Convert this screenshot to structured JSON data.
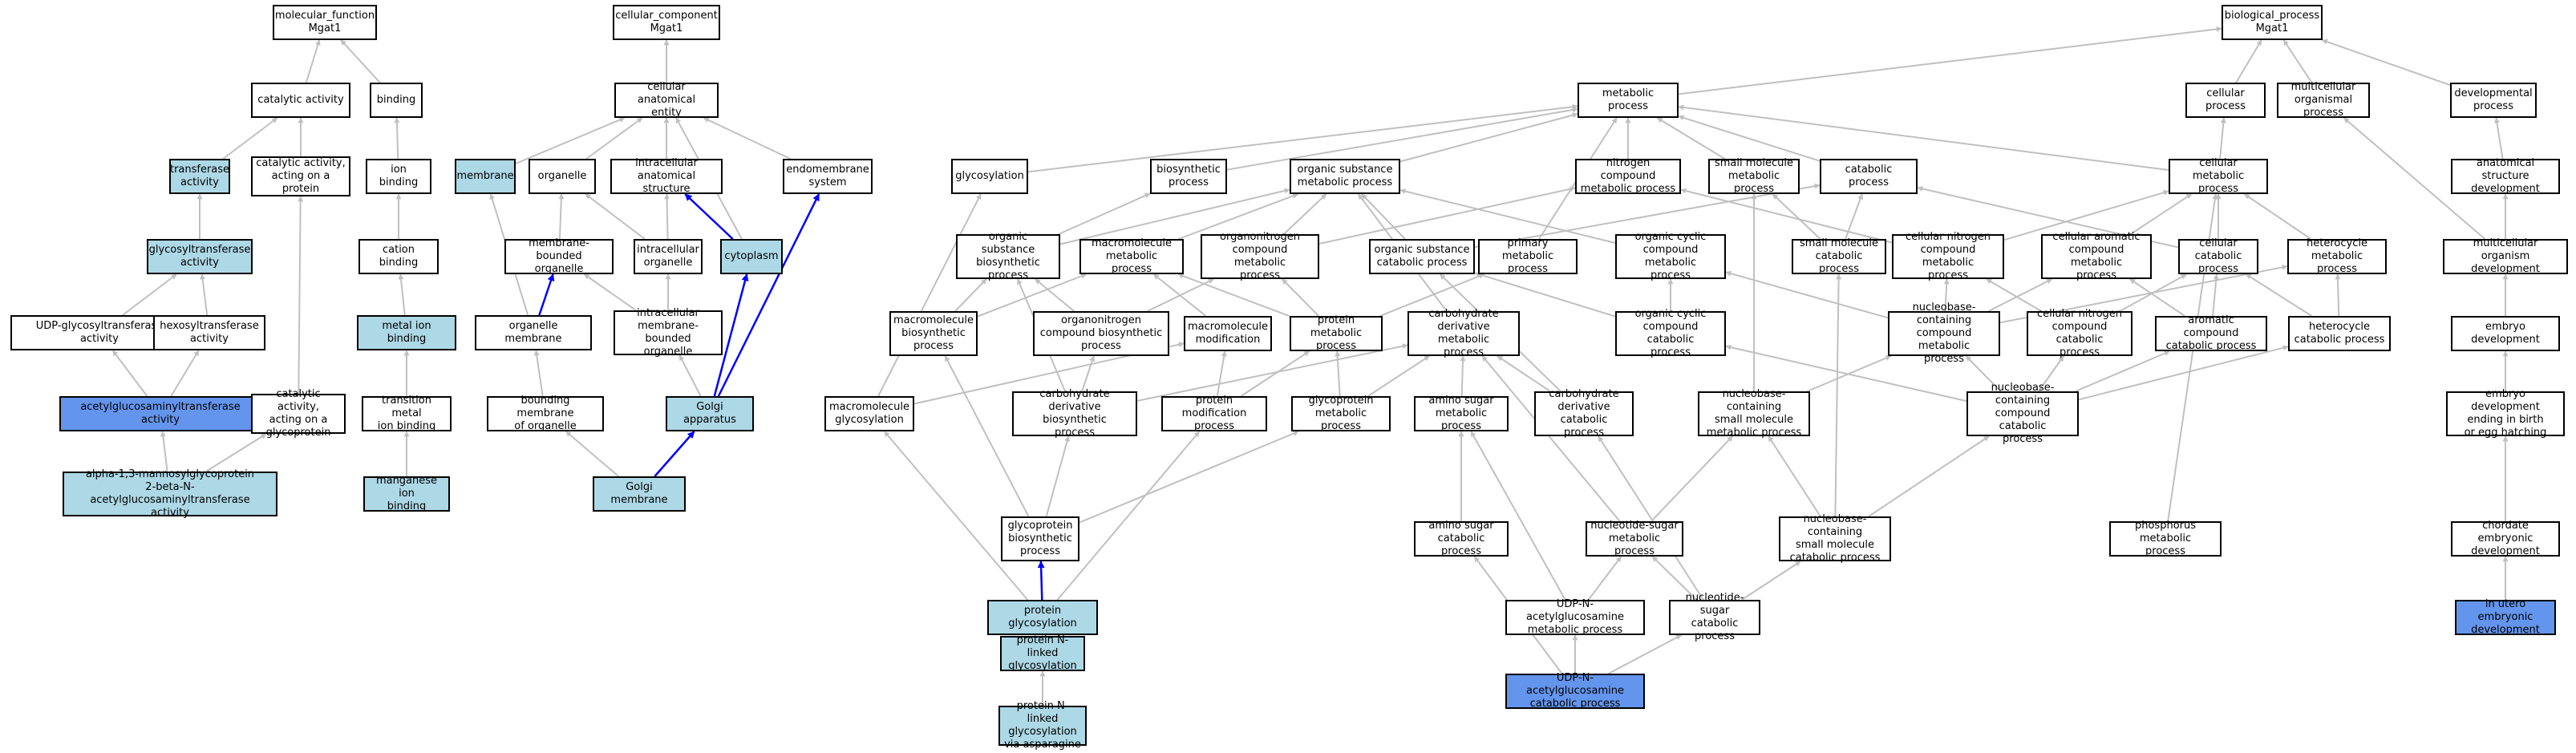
{
  "colors": {
    "default": "#ffffff",
    "light": "#add8e6",
    "strong": "#6495ed",
    "edge": "#c0c0c0",
    "edge_highlight": "#0000ff"
  },
  "nodes": [
    {
      "id": "mf",
      "label": "molecular_function\nMgat1",
      "c": "default"
    },
    {
      "id": "catact",
      "label": "catalytic activity",
      "c": "default"
    },
    {
      "id": "binding",
      "label": "binding",
      "c": "default"
    },
    {
      "id": "transferase",
      "label": "transferase\nactivity",
      "c": "light"
    },
    {
      "id": "catprot",
      "label": "catalytic activity,\nacting on a\nprotein",
      "c": "default"
    },
    {
      "id": "ionbind",
      "label": "ion binding",
      "c": "default"
    },
    {
      "id": "glycotrans",
      "label": "glycosyltransferase\nactivity",
      "c": "light"
    },
    {
      "id": "cationbind",
      "label": "cation binding",
      "c": "default"
    },
    {
      "id": "udpglyco",
      "label": "UDP-glycosyltransferase\nactivity",
      "c": "default"
    },
    {
      "id": "hexosyl",
      "label": "hexosyltransferase\nactivity",
      "c": "default"
    },
    {
      "id": "metalion",
      "label": "metal ion binding",
      "c": "light"
    },
    {
      "id": "acetylglc",
      "label": "acetylglucosaminyltransferase\nactivity",
      "c": "strong"
    },
    {
      "id": "catglyco",
      "label": "catalytic activity,\nacting on a\nglycoprotein",
      "c": "default"
    },
    {
      "id": "transmetal",
      "label": "transition metal\nion binding",
      "c": "default"
    },
    {
      "id": "alpha13",
      "label": "alpha-1,3-mannosylglycoprotein\n2-beta-N-acetylglucosaminyltransferase\nactivity",
      "c": "light"
    },
    {
      "id": "manganese",
      "label": "manganese ion\nbinding",
      "c": "light"
    },
    {
      "id": "cc",
      "label": "cellular_component\nMgat1",
      "c": "default"
    },
    {
      "id": "cellanat",
      "label": "cellular anatomical\nentity",
      "c": "default"
    },
    {
      "id": "membrane",
      "label": "membrane",
      "c": "light"
    },
    {
      "id": "organelle",
      "label": "organelle",
      "c": "default"
    },
    {
      "id": "intraanat",
      "label": "intracellular\nanatomical structure",
      "c": "default"
    },
    {
      "id": "endomem",
      "label": "endomembrane\nsystem",
      "c": "default"
    },
    {
      "id": "membbound",
      "label": "membrane-bounded\norganelle",
      "c": "default"
    },
    {
      "id": "intraorg",
      "label": "intracellular\norganelle",
      "c": "default"
    },
    {
      "id": "cytoplasm",
      "label": "cytoplasm",
      "c": "light"
    },
    {
      "id": "orgmem",
      "label": "organelle membrane",
      "c": "default"
    },
    {
      "id": "intramemb",
      "label": "intracellular\nmembrane-bounded\norganelle",
      "c": "default"
    },
    {
      "id": "bounding",
      "label": "bounding membrane\nof organelle",
      "c": "default"
    },
    {
      "id": "golgi",
      "label": "Golgi apparatus",
      "c": "light"
    },
    {
      "id": "golgimem",
      "label": "Golgi membrane",
      "c": "light"
    },
    {
      "id": "bp",
      "label": "biological_process\nMgat1",
      "c": "default"
    },
    {
      "id": "metproc",
      "label": "metabolic process",
      "c": "default"
    },
    {
      "id": "cellproc",
      "label": "cellular process",
      "c": "default"
    },
    {
      "id": "multiorg",
      "label": "multicellular\norganismal process",
      "c": "default"
    },
    {
      "id": "devproc",
      "label": "developmental\nprocess",
      "c": "default"
    },
    {
      "id": "glycosylation",
      "label": "glycosylation",
      "c": "default"
    },
    {
      "id": "biosyn",
      "label": "biosynthetic\nprocess",
      "c": "default"
    },
    {
      "id": "orgsubmet",
      "label": "organic substance\nmetabolic process",
      "c": "default"
    },
    {
      "id": "nitrogen",
      "label": "nitrogen compound\nmetabolic process",
      "c": "default"
    },
    {
      "id": "smallmol",
      "label": "small molecule\nmetabolic process",
      "c": "default"
    },
    {
      "id": "catabolic",
      "label": "catabolic process",
      "c": "default"
    },
    {
      "id": "cellmet",
      "label": "cellular metabolic\nprocess",
      "c": "default"
    },
    {
      "id": "anatdev",
      "label": "anatomical structure\ndevelopment",
      "c": "default"
    },
    {
      "id": "orgsubbio",
      "label": "organic substance\nbiosynthetic\nprocess",
      "c": "default"
    },
    {
      "id": "macromet",
      "label": "macromolecule\nmetabolic process",
      "c": "default"
    },
    {
      "id": "organonit",
      "label": "organonitrogen\ncompound metabolic\nprocess",
      "c": "default"
    },
    {
      "id": "orgsubcat",
      "label": "organic substance\ncatabolic process",
      "c": "default"
    },
    {
      "id": "primary",
      "label": "primary metabolic\nprocess",
      "c": "default"
    },
    {
      "id": "orgcyclic",
      "label": "organic cyclic\ncompound metabolic\nprocess",
      "c": "default"
    },
    {
      "id": "smallcat",
      "label": "small molecule\ncatabolic process",
      "c": "default"
    },
    {
      "id": "cellnitro",
      "label": "cellular nitrogen\ncompound metabolic\nprocess",
      "c": "default"
    },
    {
      "id": "cellarom",
      "label": "cellular aromatic\ncompound metabolic\nprocess",
      "c": "default"
    },
    {
      "id": "cellcat",
      "label": "cellular catabolic\nprocess",
      "c": "default"
    },
    {
      "id": "hetero",
      "label": "heterocycle\nmetabolic process",
      "c": "default"
    },
    {
      "id": "multidev",
      "label": "multicellular\norganism development",
      "c": "default"
    },
    {
      "id": "macrobio",
      "label": "macromolecule\nbiosynthetic\nprocess",
      "c": "default"
    },
    {
      "id": "organonitbio",
      "label": "organonitrogen\ncompound biosynthetic\nprocess",
      "c": "default"
    },
    {
      "id": "macromod",
      "label": "macromolecule\nmodification",
      "c": "default"
    },
    {
      "id": "protmet",
      "label": "protein metabolic\nprocess",
      "c": "default"
    },
    {
      "id": "carbder",
      "label": "carbohydrate\nderivative metabolic\nprocess",
      "c": "default"
    },
    {
      "id": "orgcyccat",
      "label": "organic cyclic\ncompound catabolic\nprocess",
      "c": "default"
    },
    {
      "id": "nucleobasecont",
      "label": "nucleobase-containing\ncompound metabolic\nprocess",
      "c": "default"
    },
    {
      "id": "cellnitcat",
      "label": "cellular nitrogen\ncompound catabolic\nprocess",
      "c": "default"
    },
    {
      "id": "aromcat",
      "label": "aromatic compound\ncatabolic process",
      "c": "default"
    },
    {
      "id": "heterocat",
      "label": "heterocycle\ncatabolic process",
      "c": "default"
    },
    {
      "id": "embryodev",
      "label": "embryo development",
      "c": "default"
    },
    {
      "id": "macroglyco",
      "label": "macromolecule\nglycosylation",
      "c": "default"
    },
    {
      "id": "carbderbio",
      "label": "carbohydrate\nderivative biosynthetic\nprocess",
      "c": "default"
    },
    {
      "id": "protmod",
      "label": "protein modification\nprocess",
      "c": "default"
    },
    {
      "id": "glycomet",
      "label": "glycoprotein\nmetabolic process",
      "c": "default"
    },
    {
      "id": "aminosugar",
      "label": "amino sugar\nmetabolic process",
      "c": "default"
    },
    {
      "id": "carbdercat",
      "label": "carbohydrate\nderivative catabolic\nprocess",
      "c": "default"
    },
    {
      "id": "nbsmallmet",
      "label": "nucleobase-containing\nsmall molecule\nmetabolic process",
      "c": "default"
    },
    {
      "id": "nbcompcat",
      "label": "nucleobase-containing\ncompound catabolic\nprocess",
      "c": "default"
    },
    {
      "id": "embryoend",
      "label": "embryo development\nending in birth\nor egg hatching",
      "c": "default"
    },
    {
      "id": "glycobio",
      "label": "glycoprotein\nbiosynthetic\nprocess",
      "c": "default"
    },
    {
      "id": "aminocat",
      "label": "amino sugar\ncatabolic process",
      "c": "default"
    },
    {
      "id": "nucsugmet",
      "label": "nucleotide-sugar\nmetabolic process",
      "c": "default"
    },
    {
      "id": "nbsmallcat",
      "label": "nucleobase-containing\nsmall molecule\ncatabolic process",
      "c": "default"
    },
    {
      "id": "phosphorus",
      "label": "phosphorus metabolic\nprocess",
      "c": "default"
    },
    {
      "id": "chordate",
      "label": "chordate embryonic\ndevelopment",
      "c": "default"
    },
    {
      "id": "protglyco",
      "label": "protein glycosylation",
      "c": "light"
    },
    {
      "id": "udpmet",
      "label": "UDP-N-acetylglucosamine\nmetabolic process",
      "c": "default"
    },
    {
      "id": "nucsugcat",
      "label": "nucleotide-sugar\ncatabolic process",
      "c": "default"
    },
    {
      "id": "inutero",
      "label": "in utero embryonic\ndevelopment",
      "c": "strong"
    },
    {
      "id": "protnlinked",
      "label": "protein N-linked\nglycosylation",
      "c": "light"
    },
    {
      "id": "udpcat",
      "label": "UDP-N-acetylglucosamine\ncatabolic process",
      "c": "strong"
    },
    {
      "id": "protnasp",
      "label": "protein N-linked\nglycosylation\nvia asparagine",
      "c": "light"
    }
  ]
}
